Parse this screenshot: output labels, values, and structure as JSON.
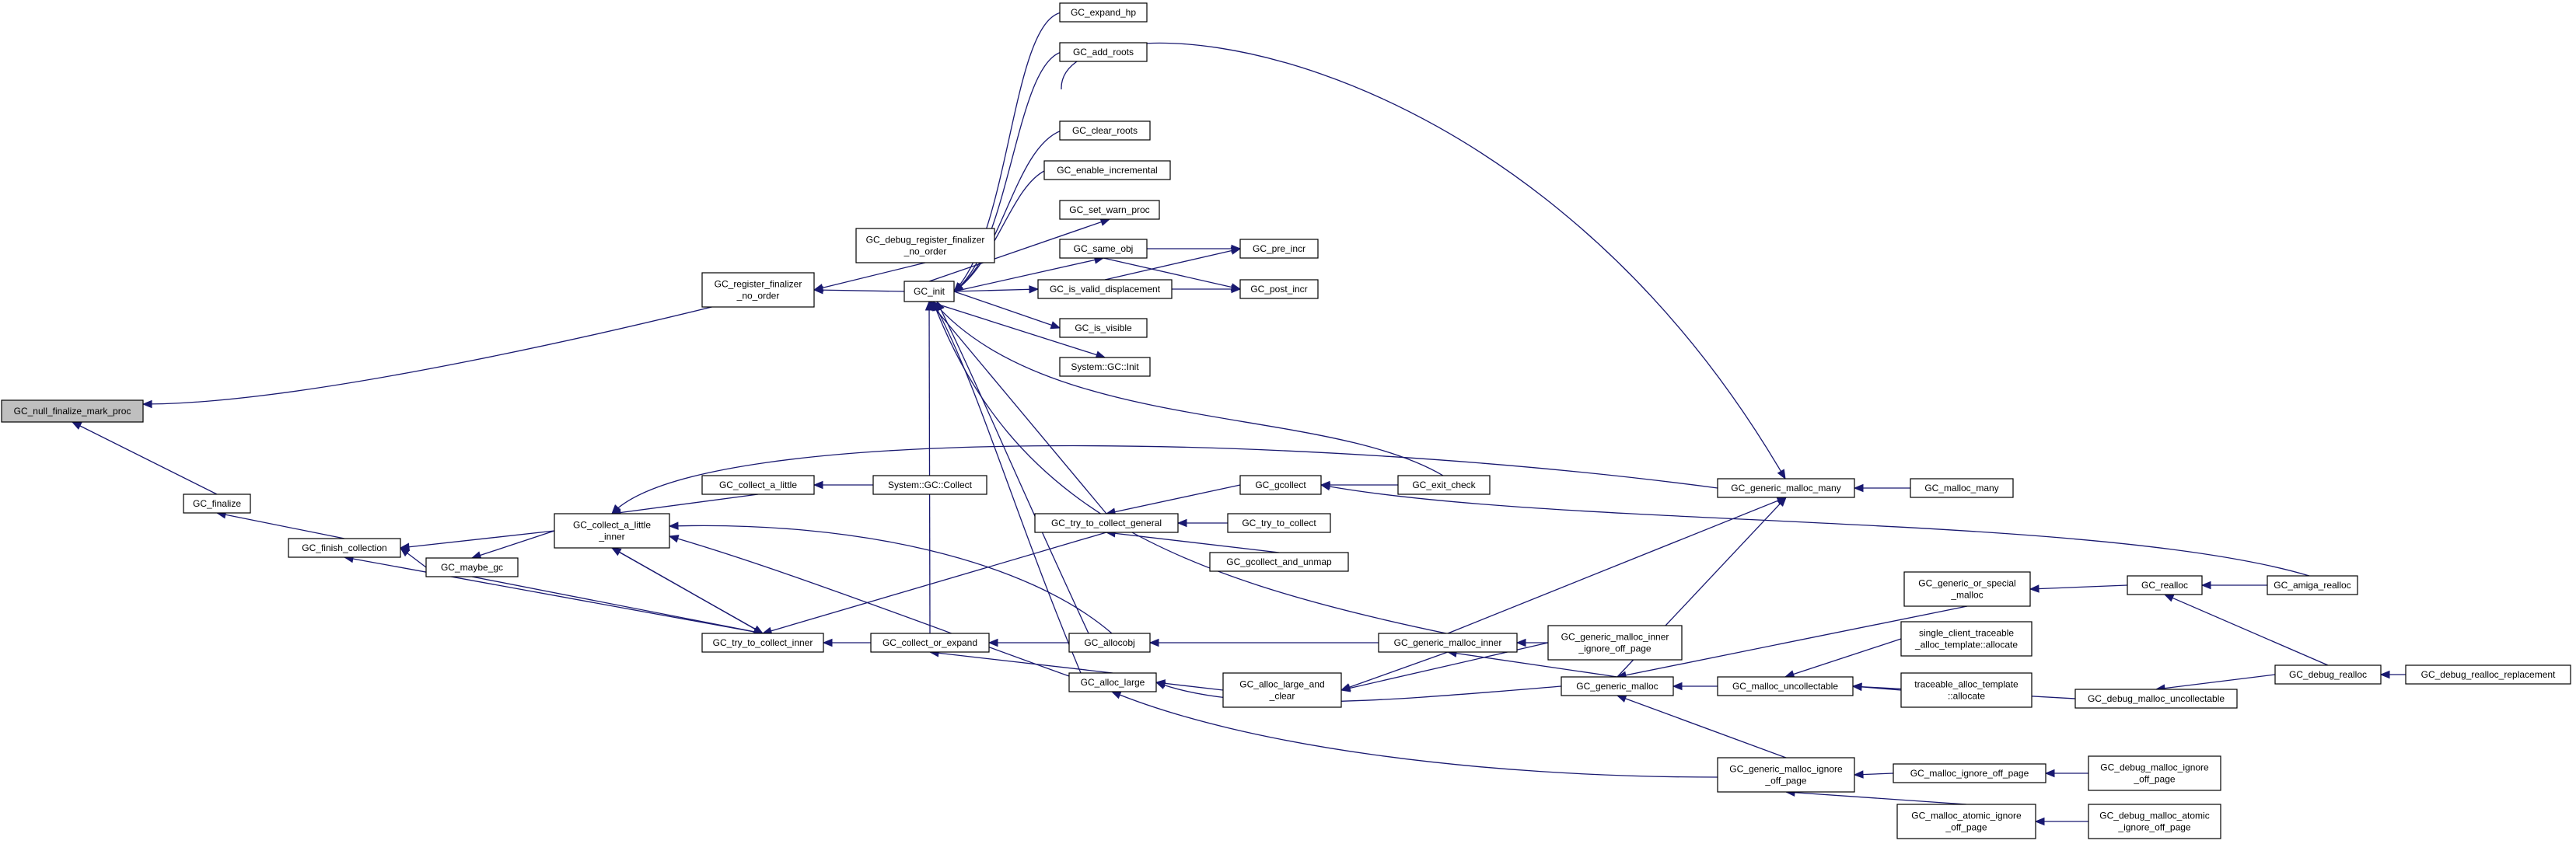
{
  "graph": {
    "title": "",
    "nodes": [
      {
        "id": "null_fin",
        "lines": [
          "GC_null_finalize_mark_proc"
        ],
        "root": true
      },
      {
        "id": "reg_fin",
        "lines": [
          "GC_register_finalizer",
          "_no_order"
        ]
      },
      {
        "id": "dbg_reg",
        "lines": [
          "GC_debug_register_finalizer",
          "_no_order"
        ]
      },
      {
        "id": "init",
        "lines": [
          "GC_init"
        ]
      },
      {
        "id": "expand_hp",
        "lines": [
          "GC_expand_hp"
        ]
      },
      {
        "id": "add_roots",
        "lines": [
          "GC_add_roots"
        ]
      },
      {
        "id": "clear_roots",
        "lines": [
          "GC_clear_roots"
        ]
      },
      {
        "id": "enable_inc",
        "lines": [
          "GC_enable_incremental"
        ]
      },
      {
        "id": "set_warn",
        "lines": [
          "GC_set_warn_proc"
        ]
      },
      {
        "id": "same_obj",
        "lines": [
          "GC_same_obj"
        ]
      },
      {
        "id": "is_valid",
        "lines": [
          "GC_is_valid_displacement"
        ]
      },
      {
        "id": "is_visible",
        "lines": [
          "GC_is_visible"
        ]
      },
      {
        "id": "sys_init",
        "lines": [
          "System::GC::Init"
        ]
      },
      {
        "id": "pre_incr",
        "lines": [
          "GC_pre_incr"
        ]
      },
      {
        "id": "post_incr",
        "lines": [
          "GC_post_incr"
        ]
      },
      {
        "id": "finalize",
        "lines": [
          "GC_finalize"
        ]
      },
      {
        "id": "finish",
        "lines": [
          "GC_finish_collection"
        ]
      },
      {
        "id": "maybe_gc",
        "lines": [
          "GC_maybe_gc"
        ]
      },
      {
        "id": "cal_inner",
        "lines": [
          "GC_collect_a_little",
          "_inner"
        ]
      },
      {
        "id": "collect_little",
        "lines": [
          "GC_collect_a_little"
        ]
      },
      {
        "id": "sys_collect",
        "lines": [
          "System::GC::Collect"
        ]
      },
      {
        "id": "try_inner",
        "lines": [
          "GC_try_to_collect_inner"
        ]
      },
      {
        "id": "coll_expand",
        "lines": [
          "GC_collect_or_expand"
        ]
      },
      {
        "id": "try_general",
        "lines": [
          "GC_try_to_collect_general"
        ]
      },
      {
        "id": "gcollect",
        "lines": [
          "GC_gcollect"
        ]
      },
      {
        "id": "exit_check",
        "lines": [
          "GC_exit_check"
        ]
      },
      {
        "id": "try_collect",
        "lines": [
          "GC_try_to_collect"
        ]
      },
      {
        "id": "gc_unmap",
        "lines": [
          "GC_gcollect_and_unmap"
        ]
      },
      {
        "id": "allocobj",
        "lines": [
          "GC_allocobj"
        ]
      },
      {
        "id": "alloc_large",
        "lines": [
          "GC_alloc_large"
        ]
      },
      {
        "id": "large_clear",
        "lines": [
          "GC_alloc_large_and",
          "_clear"
        ]
      },
      {
        "id": "gm_inner",
        "lines": [
          "GC_generic_malloc_inner"
        ]
      },
      {
        "id": "gm_inner_iop",
        "lines": [
          "GC_generic_malloc_inner",
          "_ignore_off_page"
        ]
      },
      {
        "id": "gm",
        "lines": [
          "GC_generic_malloc"
        ]
      },
      {
        "id": "gm_many",
        "lines": [
          "GC_generic_malloc_many"
        ]
      },
      {
        "id": "malloc_many",
        "lines": [
          "GC_malloc_many"
        ]
      },
      {
        "id": "gm_iop",
        "lines": [
          "GC_generic_malloc_ignore",
          "_off_page"
        ]
      },
      {
        "id": "malloc_uncoll",
        "lines": [
          "GC_malloc_uncollectable"
        ]
      },
      {
        "id": "gen_special",
        "lines": [
          "GC_generic_or_special",
          "_malloc"
        ]
      },
      {
        "id": "single_client",
        "lines": [
          "single_client_traceable",
          "_alloc_template::allocate"
        ]
      },
      {
        "id": "traceable",
        "lines": [
          "traceable_alloc_template",
          "::allocate"
        ]
      },
      {
        "id": "dbg_uncoll",
        "lines": [
          "GC_debug_malloc_uncollectable"
        ]
      },
      {
        "id": "realloc",
        "lines": [
          "GC_realloc"
        ]
      },
      {
        "id": "amiga",
        "lines": [
          "GC_amiga_realloc"
        ]
      },
      {
        "id": "dbg_realloc",
        "lines": [
          "GC_debug_realloc"
        ]
      },
      {
        "id": "dbg_realloc_rep",
        "lines": [
          "GC_debug_realloc_replacement"
        ]
      },
      {
        "id": "malloc_iop",
        "lines": [
          "GC_malloc_ignore_off_page"
        ]
      },
      {
        "id": "dbg_malloc_iop",
        "lines": [
          "GC_debug_malloc_ignore",
          "_off_page"
        ]
      },
      {
        "id": "atomic_iop",
        "lines": [
          "GC_malloc_atomic_ignore",
          "_off_page"
        ]
      },
      {
        "id": "dbg_atomic_iop",
        "lines": [
          "GC_debug_malloc_atomic",
          "_ignore_off_page"
        ]
      }
    ]
  }
}
